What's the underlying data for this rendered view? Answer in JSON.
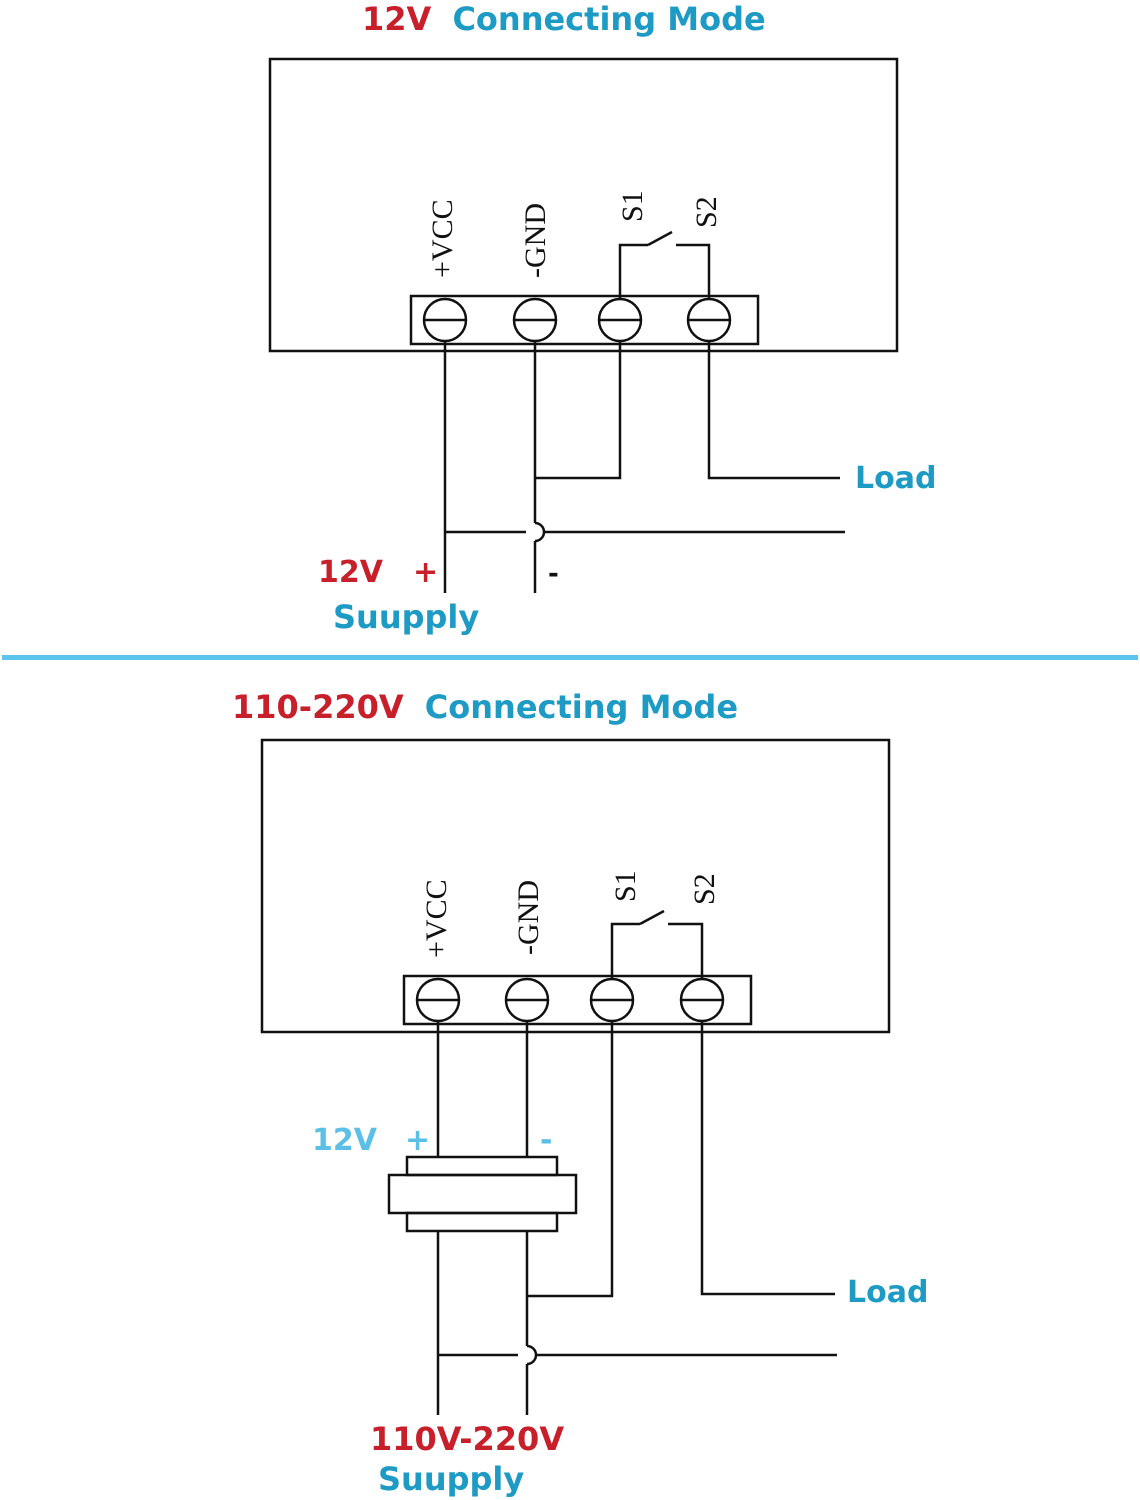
{
  "colors": {
    "red": "#c8202a",
    "blue": "#1e9bc4",
    "light_blue": "#5bbfe6",
    "divider": "#5cc3ec",
    "line": "#111111"
  },
  "top": {
    "title_voltage": "12V",
    "title_text": "Connecting  Mode",
    "terminals": [
      "+VCC",
      "-GND",
      "S1",
      "S2"
    ],
    "load_label": "Load",
    "supply_voltage": "12V",
    "supply_plus": "+",
    "supply_minus": "-",
    "supply_label": "Suupply"
  },
  "bottom": {
    "title_voltage": "110-220V",
    "title_text": "Connecting  Mode",
    "terminals": [
      "+VCC",
      "-GND",
      "S1",
      "S2"
    ],
    "adapter_voltage": "12V",
    "adapter_plus": "+",
    "adapter_minus": "-",
    "load_label": "Load",
    "supply_voltage": "110V-220V",
    "supply_label": "Suupply"
  }
}
